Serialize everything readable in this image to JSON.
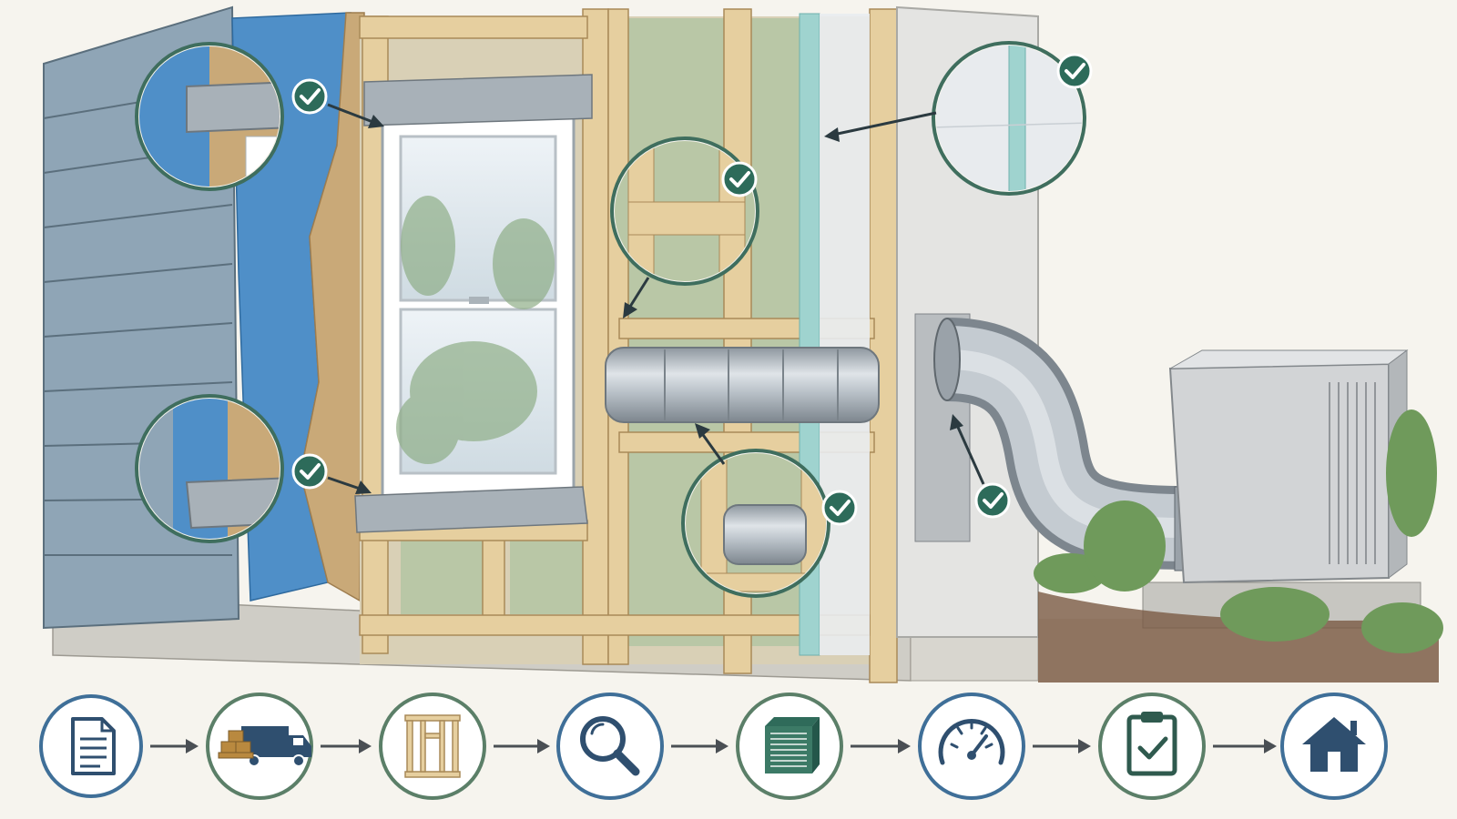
{
  "colors": {
    "background": "#f6f4ee",
    "siding": "#8fa5b6",
    "housewrap": "#4f8fc8",
    "sheathing": "#c9a978",
    "stud": "#e6cf9f",
    "insulation": "#b9c7a6",
    "drywall": "#e4e4e2",
    "vapor_barrier": "#9fd3cf",
    "duct": "#b9c1c8",
    "check_badge": "#2d6b5a",
    "callout_ring": "#3f6e5e",
    "arrow": "#2b3a40",
    "icon_navy": "#2f4f6f",
    "step_ring_blue": "#3f6f98",
    "step_ring_green": "#5b7f68"
  },
  "callouts": [
    {
      "id": "window-head-flashing",
      "icon": "check-icon"
    },
    {
      "id": "window-sill-flashing",
      "icon": "check-icon"
    },
    {
      "id": "stud-blocking",
      "icon": "check-icon"
    },
    {
      "id": "duct-through-framing",
      "icon": "check-icon"
    },
    {
      "id": "vapor-barrier-seam",
      "icon": "check-icon"
    },
    {
      "id": "duct-wall-penetration",
      "icon": "check-icon"
    }
  ],
  "process_steps": [
    {
      "id": "plans",
      "icon": "document-icon"
    },
    {
      "id": "delivery",
      "icon": "truck-icon"
    },
    {
      "id": "framing",
      "icon": "frame-icon"
    },
    {
      "id": "inspection",
      "icon": "magnifier-icon"
    },
    {
      "id": "hvac",
      "icon": "hvac-unit-icon"
    },
    {
      "id": "testing",
      "icon": "gauge-icon"
    },
    {
      "id": "approval",
      "icon": "clipboard-check-icon"
    },
    {
      "id": "complete",
      "icon": "house-icon"
    }
  ]
}
